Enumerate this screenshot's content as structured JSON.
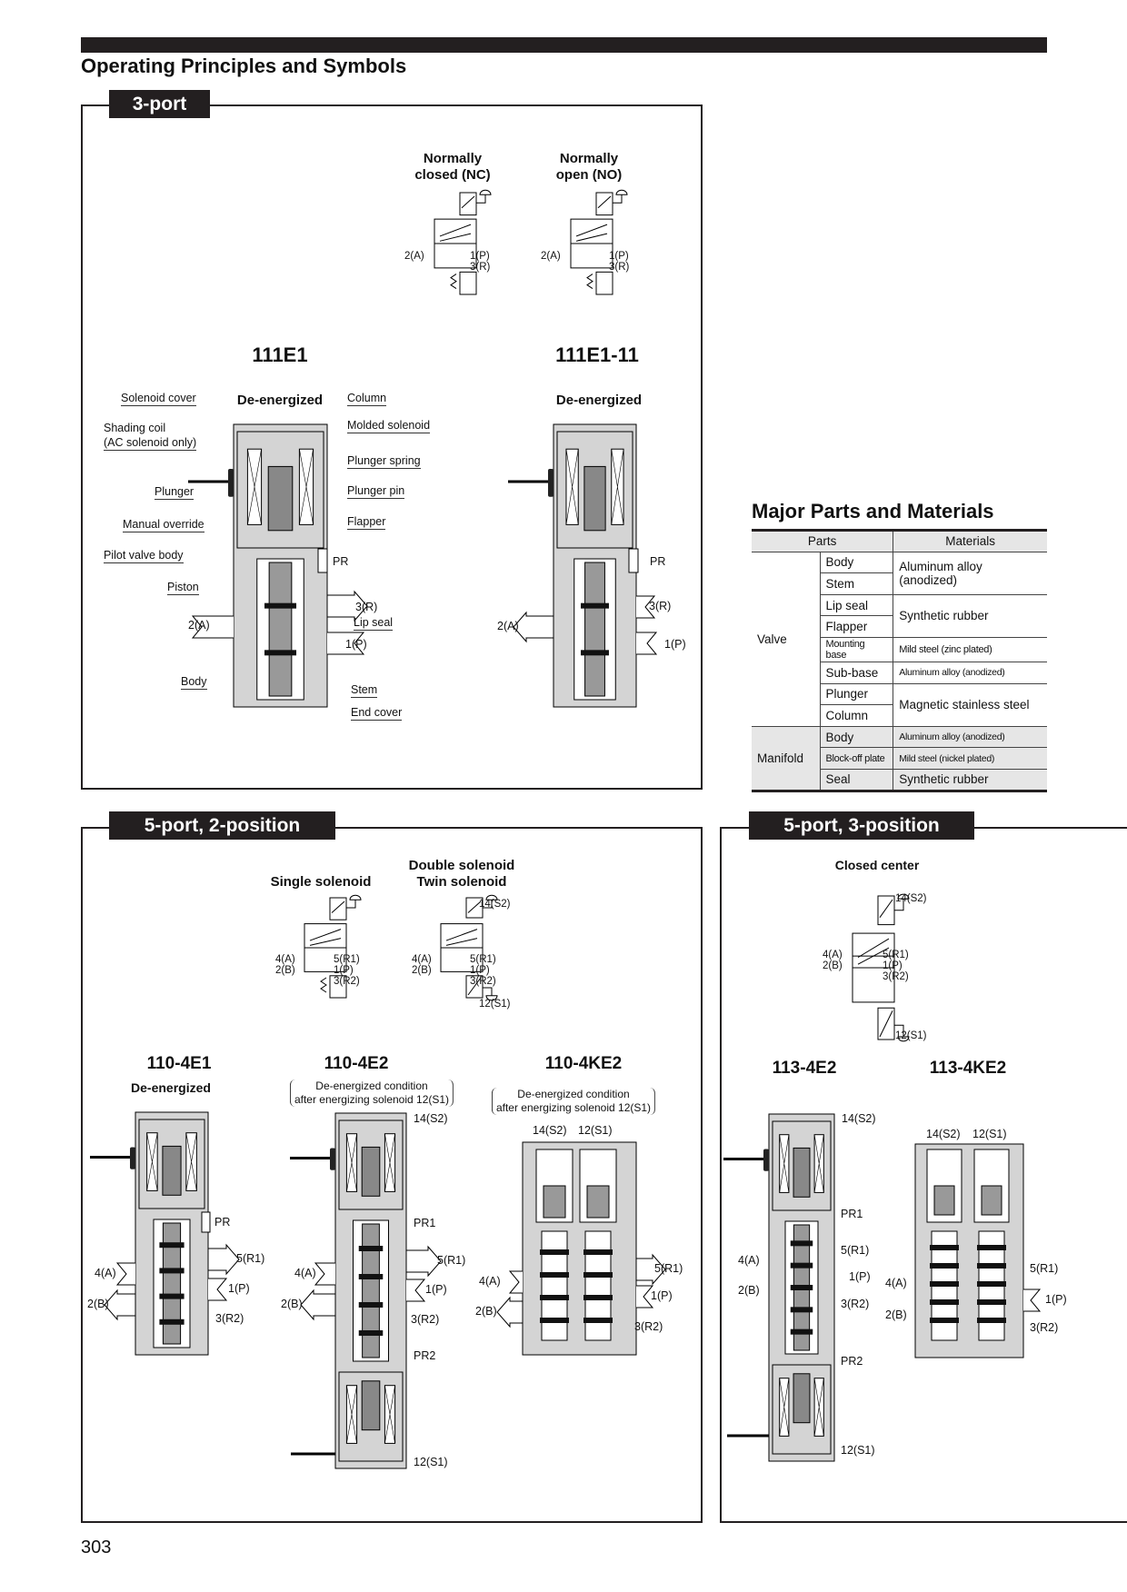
{
  "page_title": "Operating Principles and Symbols",
  "page_number": "303",
  "three_port": {
    "tab": "3-port",
    "nc_title": [
      "Normally",
      "closed (NC)"
    ],
    "no_title": [
      "Normally",
      "open (NO)"
    ],
    "symbol_ports": {
      "a": "2(A)",
      "p": "1(P)",
      "r": "3(R)"
    },
    "model1": "111E1",
    "model2": "111E1-11",
    "state": "De-energized",
    "callouts": {
      "solenoid_cover": "Solenoid cover",
      "shading_coil": "Shading coil",
      "ac_only": "(AC solenoid only)",
      "plunger": "Plunger",
      "manual_override": "Manual override",
      "pilot_valve_body": "Pilot valve body",
      "piston": "Piston",
      "body": "Body",
      "column": "Column",
      "molded_solenoid": "Molded solenoid",
      "plunger_spring": "Plunger spring",
      "plunger_pin": "Plunger pin",
      "flapper": "Flapper",
      "lip_seal": "Lip seal",
      "stem": "Stem",
      "end_cover": "End cover"
    },
    "ports": {
      "pr": "PR",
      "r": "3(R)",
      "a": "2(A)",
      "p": "1(P)"
    }
  },
  "materials": {
    "title": "Major Parts and Materials",
    "headers": [
      "Parts",
      "Materials"
    ],
    "groups": [
      "Valve",
      "Manifold"
    ],
    "rows": [
      {
        "part": "Body",
        "material": "Aluminum alloy (anodized)"
      },
      {
        "part": "Stem"
      },
      {
        "part": "Lip seal",
        "material": "Synthetic rubber"
      },
      {
        "part": "Flapper"
      },
      {
        "part": "Mounting base",
        "material": "Mild steel (zinc plated)"
      },
      {
        "part": "Sub-base",
        "material": "Aluminum alloy (anodized)"
      },
      {
        "part": "Plunger",
        "material": "Magnetic stainless steel"
      },
      {
        "part": "Column"
      },
      {
        "part": "Body",
        "material": "Aluminum alloy (anodized)"
      },
      {
        "part": "Block-off plate",
        "material": "Mild steel (nickel plated)"
      },
      {
        "part": "Seal",
        "material": "Synthetic rubber"
      }
    ]
  },
  "five_port_2pos": {
    "tab": "5-port, 2-position",
    "single": "Single solenoid",
    "double": "Double solenoid",
    "twin": "Twin solenoid",
    "m1": "110-4E1",
    "m1_state": "De-energized",
    "m2": "110-4E2",
    "m3": "110-4KE2",
    "cond1": "De-energized condition",
    "cond2": "after energizing solenoid 12(S1)"
  },
  "five_port_3pos": {
    "tab": "5-port, 3-position",
    "closed_center": "Closed center",
    "m1": "113-4E2",
    "m2": "113-4KE2"
  },
  "ports5": {
    "a": "4(A)",
    "b": "2(B)",
    "r1": "5(R1)",
    "p": "1(P)",
    "r2": "3(R2)",
    "s2": "14(S2)",
    "s1": "12(S1)",
    "pr": "PR",
    "pr1": "PR1",
    "pr2": "PR2"
  }
}
